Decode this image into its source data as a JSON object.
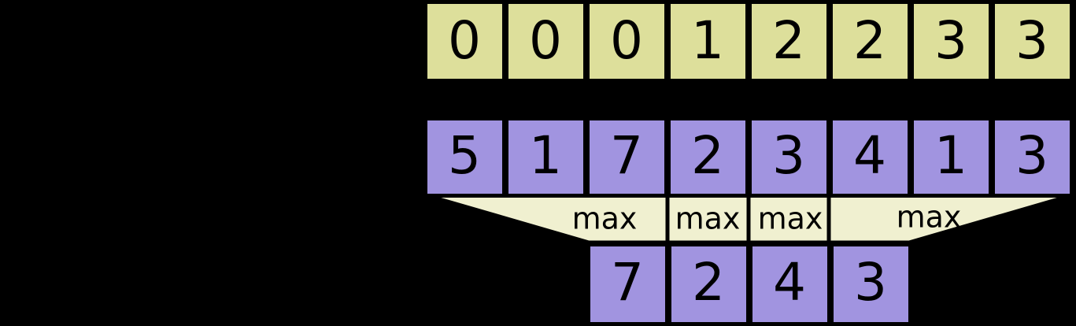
{
  "diagram": {
    "title": "max pooling illustration",
    "background_color": "#000000",
    "colors": {
      "index_row_fill": "#DDDF9B",
      "value_row_fill": "#A194E0",
      "output_row_fill": "#A194E0",
      "funnel_fill": "#F0F0D0",
      "stroke": "#000000",
      "text": "#000000"
    },
    "index_row": {
      "name": "pooling-index-row",
      "cells": [
        "0",
        "0",
        "0",
        "1",
        "2",
        "2",
        "3",
        "3"
      ]
    },
    "value_row": {
      "name": "input-value-row",
      "cells": [
        "5",
        "1",
        "7",
        "2",
        "3",
        "4",
        "1",
        "3"
      ]
    },
    "funnel_row": {
      "name": "max-operation-row",
      "labels": [
        "max",
        "max",
        "max",
        "max"
      ]
    },
    "output_row": {
      "name": "pooled-output-row",
      "cells": [
        "7",
        "2",
        "4",
        "3"
      ]
    }
  }
}
